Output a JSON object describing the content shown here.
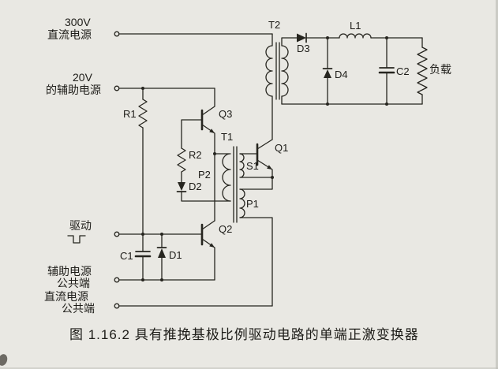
{
  "figure": {
    "caption": "图 1.16.2  具有推挽基极比例驱动电路的单端正激变换器",
    "labels": {
      "supply_300v_l1": "300V",
      "supply_300v_l2": "直流电源",
      "supply_20v_l1": "20V",
      "supply_20v_l2": "的辅助电源",
      "drive": "驱动",
      "aux_common_l1": "辅助电源",
      "aux_common_l2": "公共端",
      "dc_common_l1": "直流电源",
      "dc_common_l2": "公共端",
      "r1": "R1",
      "r2": "R2",
      "q1": "Q1",
      "q2": "Q2",
      "q3": "Q3",
      "t1": "T1",
      "t2": "T2",
      "d1": "D1",
      "d2": "D2",
      "d3": "D3",
      "d4": "D4",
      "c1": "C1",
      "c2": "C2",
      "l1": "L1",
      "s1": "S1",
      "p1": "P1",
      "p2": "P2",
      "load": "负载"
    },
    "colors": {
      "ink": "#26251f",
      "paper": "#e9e8e3"
    }
  }
}
